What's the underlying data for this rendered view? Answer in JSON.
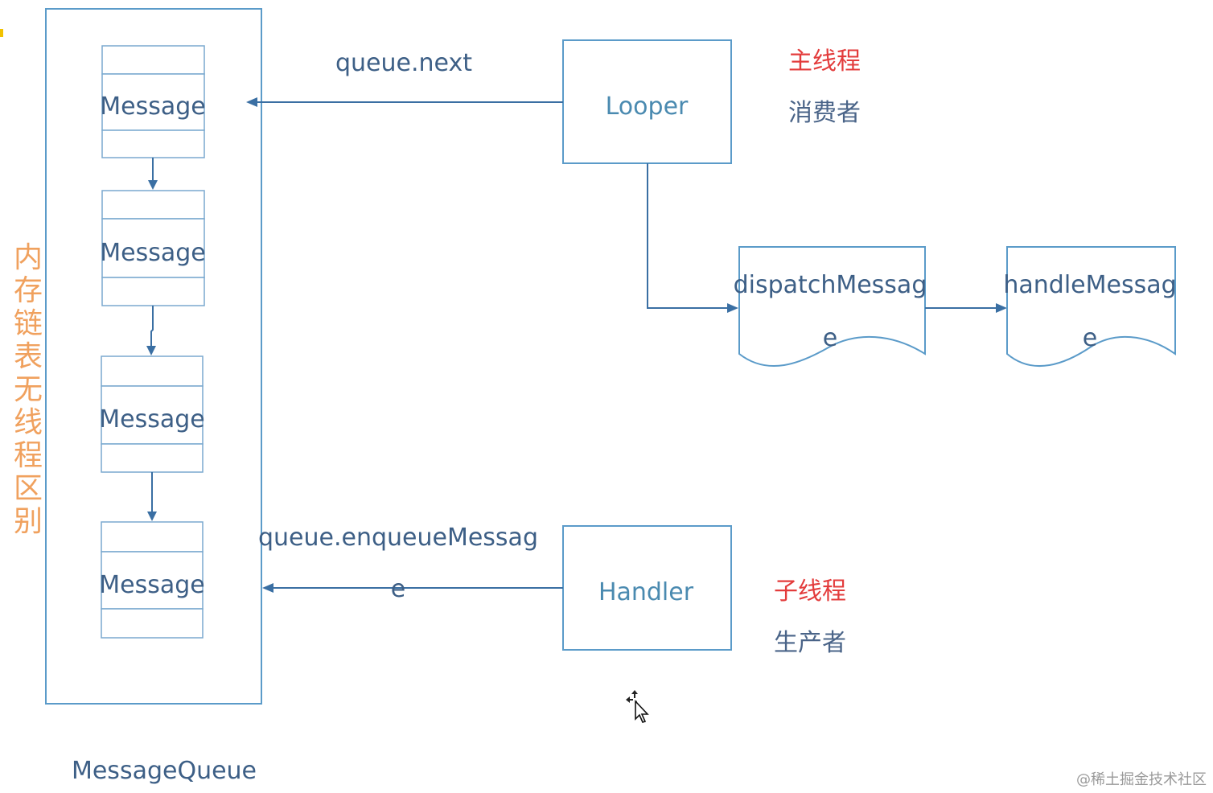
{
  "queue_label": "MessageQueue",
  "side_label": "内存链表无线程区别",
  "messages": [
    "Message",
    "Message",
    "Message",
    "Message"
  ],
  "looper": {
    "label": "Looper",
    "thread": "主线程",
    "role": "消费者"
  },
  "handler": {
    "label": "Handler",
    "thread": "子线程",
    "role": "生产者"
  },
  "dispatch": {
    "line1": "dispatchMessag",
    "line2": "e"
  },
  "handle": {
    "line1": "handleMessag",
    "line2": "e"
  },
  "arrow_next": {
    "label": "queue.next"
  },
  "arrow_enqueue": {
    "line1": "queue.enqueueMessag",
    "line2": "e"
  },
  "watermark": "@稀土掘金技术社区",
  "colors": {
    "accent_red": "#e33c3c",
    "side_orange": "#f0a15e",
    "line_blue": "#3a6fa3",
    "box_border": "#5b9bc9"
  }
}
